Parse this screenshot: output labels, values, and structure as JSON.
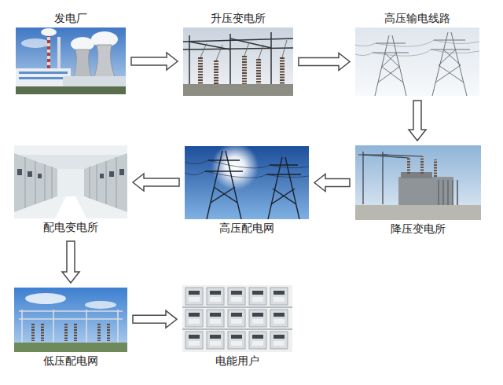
{
  "diagram": {
    "nodes": [
      {
        "text": [
          "发电厂"
        ]
      },
      {
        "text": [
          "升压变电所"
        ]
      },
      {
        "text": [
          "高压输电线路"
        ]
      },
      {
        "text": [
          "降压变电所"
        ]
      },
      {
        "text": [
          "高压配电网"
        ]
      },
      {
        "text": [
          "配电变电所"
        ]
      },
      {
        "text": [
          "低压配电网"
        ]
      },
      {
        "text": [
          "电能用户"
        ]
      }
    ],
    "edges": [
      {
        "from": 0,
        "to": 1,
        "arrow": "to"
      },
      {
        "from": 1,
        "to": 2,
        "arrow": "to"
      },
      {
        "from": 2,
        "to": 3,
        "arrow": "to"
      },
      {
        "from": 3,
        "to": 4,
        "arrow": "to"
      },
      {
        "from": 4,
        "to": 5,
        "arrow": "to"
      },
      {
        "from": 5,
        "to": 6,
        "arrow": "to"
      },
      {
        "from": 6,
        "to": 7,
        "arrow": "to"
      }
    ]
  }
}
